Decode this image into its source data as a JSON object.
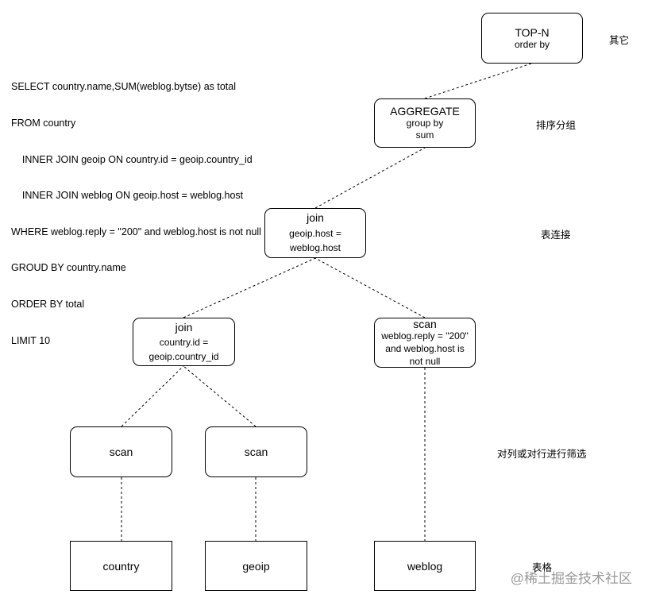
{
  "sql": {
    "lines": [
      "SELECT country.name,SUM(weblog.bytse) as total",
      "FROM country",
      "    INNER JOIN geoip ON country.id = geoip.country_id",
      "    INNER JOIN weblog ON geoip.host = weblog.host",
      "WHERE weblog.reply = \"200\" and weblog.host is not null",
      "GROUD BY country.name",
      "ORDER BY total",
      "LIMIT 10"
    ]
  },
  "nodes": {
    "topn": {
      "title": "TOP-N",
      "sub": "order by"
    },
    "aggregate": {
      "title": "AGGREGATE",
      "sub1": "group by",
      "sub2": "sum"
    },
    "join_top": {
      "title": "join",
      "sub1": "geoip.host =",
      "sub2": "weblog.host"
    },
    "join_left": {
      "title": "join",
      "sub1": "country.id =",
      "sub2": "geoip.country_id"
    },
    "scan_weblog": {
      "title": "scan",
      "sub1": "weblog.reply = \"200\"",
      "sub2": "and weblog.host is",
      "sub3": "not null"
    },
    "scan_country": {
      "title": "scan"
    },
    "scan_geoip": {
      "title": "scan"
    }
  },
  "tables": {
    "country": "country",
    "geoip": "geoip",
    "weblog": "weblog"
  },
  "notes": {
    "other": "其它",
    "sort_group": "排序分组",
    "table_join": "表连接",
    "filter": "对列或对行进行筛选",
    "tables": "表格"
  },
  "watermark": "@稀土掘金技术社区"
}
